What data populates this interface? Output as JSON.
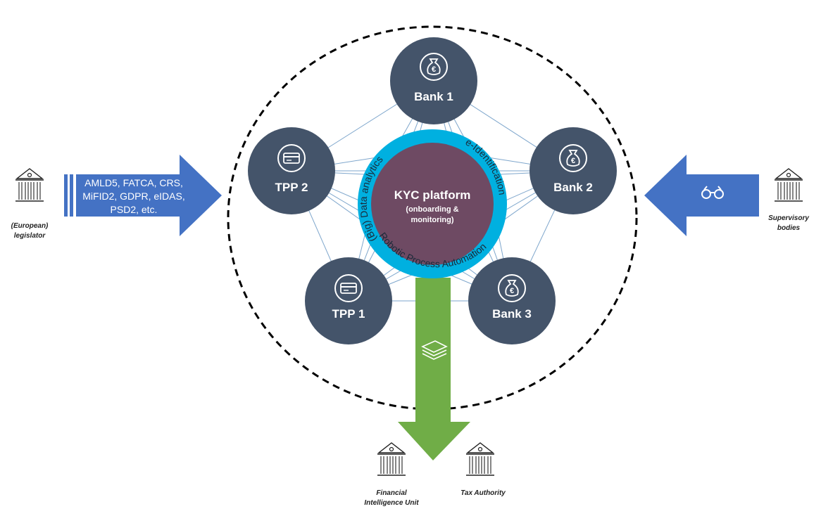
{
  "colors": {
    "node": "#44546a",
    "kyc": "#6e4a63",
    "ring": "#00b0e0",
    "blue_arrow": "#4472c4",
    "green_arrow": "#70ad47",
    "link": "#7ea6cc"
  },
  "kyc": {
    "title": "KYC platform",
    "sub1": "(onboarding &",
    "sub2": "monitoring)"
  },
  "ring": {
    "left": "(Big) Data analytics",
    "right": "e-Identification",
    "bottom": "Robotic Process Automation"
  },
  "nodes": [
    {
      "label": "Bank 1",
      "icon": "money-bag-euro-icon"
    },
    {
      "label": "TPP 2",
      "icon": "credit-card-icon"
    },
    {
      "label": "Bank 2",
      "icon": "money-bag-euro-icon"
    },
    {
      "label": "TPP 1",
      "icon": "credit-card-icon"
    },
    {
      "label": "Bank 3",
      "icon": "money-bag-euro-icon"
    }
  ],
  "left_arrow": {
    "lines": [
      "AMLD5, FATCA, CRS,",
      "MiFID2, GDPR, eIDAS,",
      "PSD2, etc."
    ]
  },
  "actors": {
    "legislator": [
      "(European)",
      "legislator"
    ],
    "supervisory": [
      "Supervisory",
      "bodies"
    ],
    "fiu": [
      "Financial",
      "Intelligence Unit"
    ],
    "tax": [
      "Tax Authority"
    ]
  }
}
